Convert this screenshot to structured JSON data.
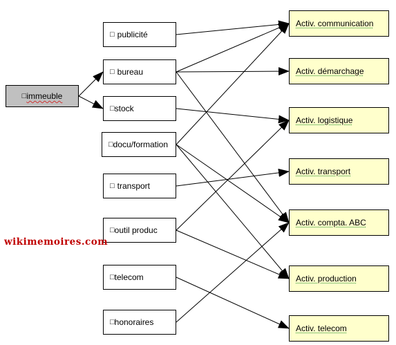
{
  "diagram": {
    "source": {
      "id": "immeuble",
      "glyph": "□",
      "label": "immeuble"
    },
    "middle": [
      {
        "id": "publicite",
        "glyph": "□",
        "label": "publicité"
      },
      {
        "id": "bureau",
        "glyph": "□",
        "label": "bureau"
      },
      {
        "id": "stock",
        "glyph": "□",
        "label": "stock"
      },
      {
        "id": "docu",
        "glyph": "□",
        "label": "docu/formation"
      },
      {
        "id": "transport",
        "glyph": "□",
        "label": "transport"
      },
      {
        "id": "outil",
        "glyph": "□",
        "label": "outil produc"
      },
      {
        "id": "telecom",
        "glyph": "□",
        "label": "telecom"
      },
      {
        "id": "honoraires",
        "glyph": "□",
        "label": "honoraires"
      }
    ],
    "activities": [
      {
        "id": "communication",
        "label": "Activ. communication"
      },
      {
        "id": "demarchage",
        "label": "Activ. démarchage"
      },
      {
        "id": "logistique",
        "label": "Activ. logistique"
      },
      {
        "id": "transport_act",
        "label": "Activ. transport"
      },
      {
        "id": "compta",
        "label": "Activ. compta. ABC"
      },
      {
        "id": "production",
        "label": "Activ. production"
      },
      {
        "id": "telecom_act",
        "label": "Activ. telecom"
      }
    ],
    "edges": [
      {
        "from": "immeuble",
        "to": "bureau"
      },
      {
        "from": "immeuble",
        "to": "stock"
      },
      {
        "from": "publicite",
        "to": "communication"
      },
      {
        "from": "bureau",
        "to": "communication"
      },
      {
        "from": "bureau",
        "to": "demarchage"
      },
      {
        "from": "bureau",
        "to": "compta"
      },
      {
        "from": "stock",
        "to": "logistique"
      },
      {
        "from": "docu",
        "to": "communication"
      },
      {
        "from": "docu",
        "to": "compta"
      },
      {
        "from": "docu",
        "to": "production"
      },
      {
        "from": "transport",
        "to": "transport_act"
      },
      {
        "from": "outil",
        "to": "logistique"
      },
      {
        "from": "outil",
        "to": "production"
      },
      {
        "from": "telecom",
        "to": "telecom_act"
      },
      {
        "from": "honoraires",
        "to": "compta"
      }
    ]
  },
  "watermark": {
    "text": "wikimemoires.com"
  },
  "colors": {
    "source_fill": "#c0c0c0",
    "activity_fill": "#ffffcc",
    "watermark": "#c00000"
  }
}
